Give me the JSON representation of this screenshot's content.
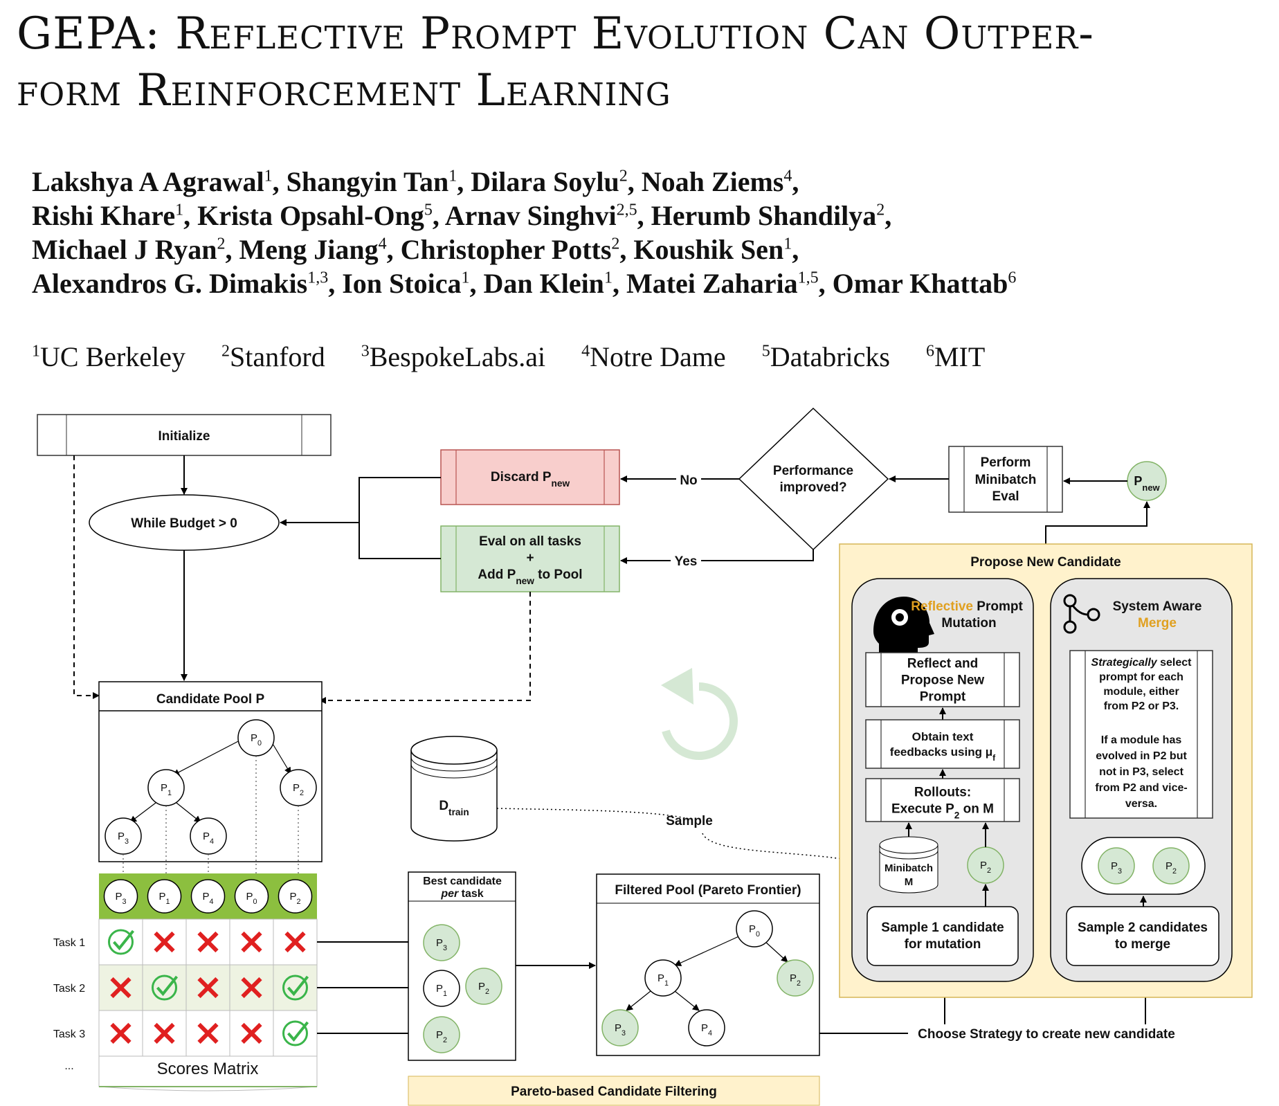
{
  "paper": {
    "title_line1": "GEPA: Reflective Prompt Evolution Can Outper-",
    "title_line2": "form Reinforcement Learning",
    "authors": [
      {
        "name": "Lakshya A Agrawal",
        "affil": "1"
      },
      {
        "name": "Shangyin Tan",
        "affil": "1"
      },
      {
        "name": "Dilara Soylu",
        "affil": "2"
      },
      {
        "name": "Noah Ziems",
        "affil": "4"
      },
      {
        "name": "Rishi Khare",
        "affil": "1"
      },
      {
        "name": "Krista Opsahl-Ong",
        "affil": "5"
      },
      {
        "name": "Arnav Singhvi",
        "affil": "2,5"
      },
      {
        "name": "Herumb Shandilya",
        "affil": "2"
      },
      {
        "name": "Michael J Ryan",
        "affil": "2"
      },
      {
        "name": "Meng Jiang",
        "affil": "4"
      },
      {
        "name": "Christopher Potts",
        "affil": "2"
      },
      {
        "name": "Koushik Sen",
        "affil": "1"
      },
      {
        "name": "Alexandros G. Dimakis",
        "affil": "1,3"
      },
      {
        "name": "Ion Stoica",
        "affil": "1"
      },
      {
        "name": "Dan Klein",
        "affil": "1"
      },
      {
        "name": "Matei Zaharia",
        "affil": "1,5"
      },
      {
        "name": "Omar Khattab",
        "affil": "6"
      }
    ],
    "affiliations": [
      {
        "num": "1",
        "name": "UC Berkeley"
      },
      {
        "num": "2",
        "name": "Stanford"
      },
      {
        "num": "3",
        "name": "BespokeLabs.ai"
      },
      {
        "num": "4",
        "name": "Notre Dame"
      },
      {
        "num": "5",
        "name": "Databricks"
      },
      {
        "num": "6",
        "name": "MIT"
      }
    ]
  },
  "figure": {
    "initialize": "Initialize",
    "while_budget": "While Budget > 0",
    "discard": "Discard P",
    "discard_sub": "new",
    "eval_all_1": "Eval on all tasks",
    "eval_all_2": "+",
    "eval_all_3a": "Add P",
    "eval_all_3sub": "new",
    "eval_all_3b": " to Pool",
    "label_no": "No",
    "label_yes": "Yes",
    "perf_1": "Performance",
    "perf_2": "improved?",
    "minibatch_eval_1": "Perform",
    "minibatch_eval_2": "Minibatch",
    "minibatch_eval_3": "Eval",
    "pnew": "P",
    "pnew_sub": "new",
    "candidate_pool": "Candidate Pool P",
    "scores_matrix": "Scores Matrix",
    "tasks": [
      "Task 1",
      "Task 2",
      "Task 3",
      "..."
    ],
    "matrix_header": [
      "P3",
      "P1",
      "P4",
      "P0",
      "P2"
    ],
    "matrix": [
      [
        "check",
        "cross",
        "cross",
        "cross",
        "cross"
      ],
      [
        "cross",
        "check",
        "cross",
        "cross",
        "check"
      ],
      [
        "cross",
        "cross",
        "cross",
        "cross",
        "check"
      ]
    ],
    "dtrain": "D",
    "dtrain_sub": "train",
    "sample": "Sample",
    "best_candidate_1": "Best candidate",
    "best_candidate_2a": "per",
    "best_candidate_2b": " task",
    "filtered_pool": "Filtered Pool (Pareto Frontier)",
    "pareto_filtering": "Pareto-based Candidate Filtering",
    "choose_strategy": "Choose Strategy to create new candidate",
    "propose_new": "Propose New Candidate",
    "reflective_a": "Reflective",
    "reflective_b": " Prompt",
    "reflective_c": "Mutation",
    "reflect_propose": [
      "Reflect and",
      "Propose New",
      "Prompt"
    ],
    "obtain_feedback_1": "Obtain text",
    "obtain_feedback_2": "feedbacks using μ",
    "obtain_feedback_sub": "f",
    "rollouts_1": "Rollouts:",
    "rollouts_2a": "Execute P",
    "rollouts_2sub": "2",
    "rollouts_2b": " on M",
    "minibatch_1": "Minibatch",
    "minibatch_2": "M",
    "sample1": [
      "Sample 1 candidate",
      "for mutation"
    ],
    "system_aware_a": "System Aware",
    "system_aware_b": "Merge",
    "strategic": "Strategically",
    "strategic_lines": [
      " select",
      "prompt for each",
      "module, either"
    ],
    "from_p2_p3": "from P2 or P3.",
    "module_lines": [
      "If a module has",
      "evolved in P2 but",
      "not in P3, select",
      "from P2 and vice-",
      "versa."
    ],
    "sample2": [
      "Sample 2 candidates",
      "to merge"
    ],
    "colors": {
      "green_fill": "#d5e8d4",
      "green_stroke": "#82b366",
      "red_fill": "#f8cecc",
      "red_stroke": "#b85450",
      "yellow_fill": "#fff2cc",
      "yellow_stroke": "#d6b656",
      "orange_text": "#e0a020",
      "matrix_header": "#8cbf3f",
      "check": "#3ab54a",
      "cross": "#e02020"
    },
    "icons": [
      "head-brain-icon",
      "merge-branch-icon",
      "refresh-cycle-icon",
      "database-icon"
    ]
  }
}
